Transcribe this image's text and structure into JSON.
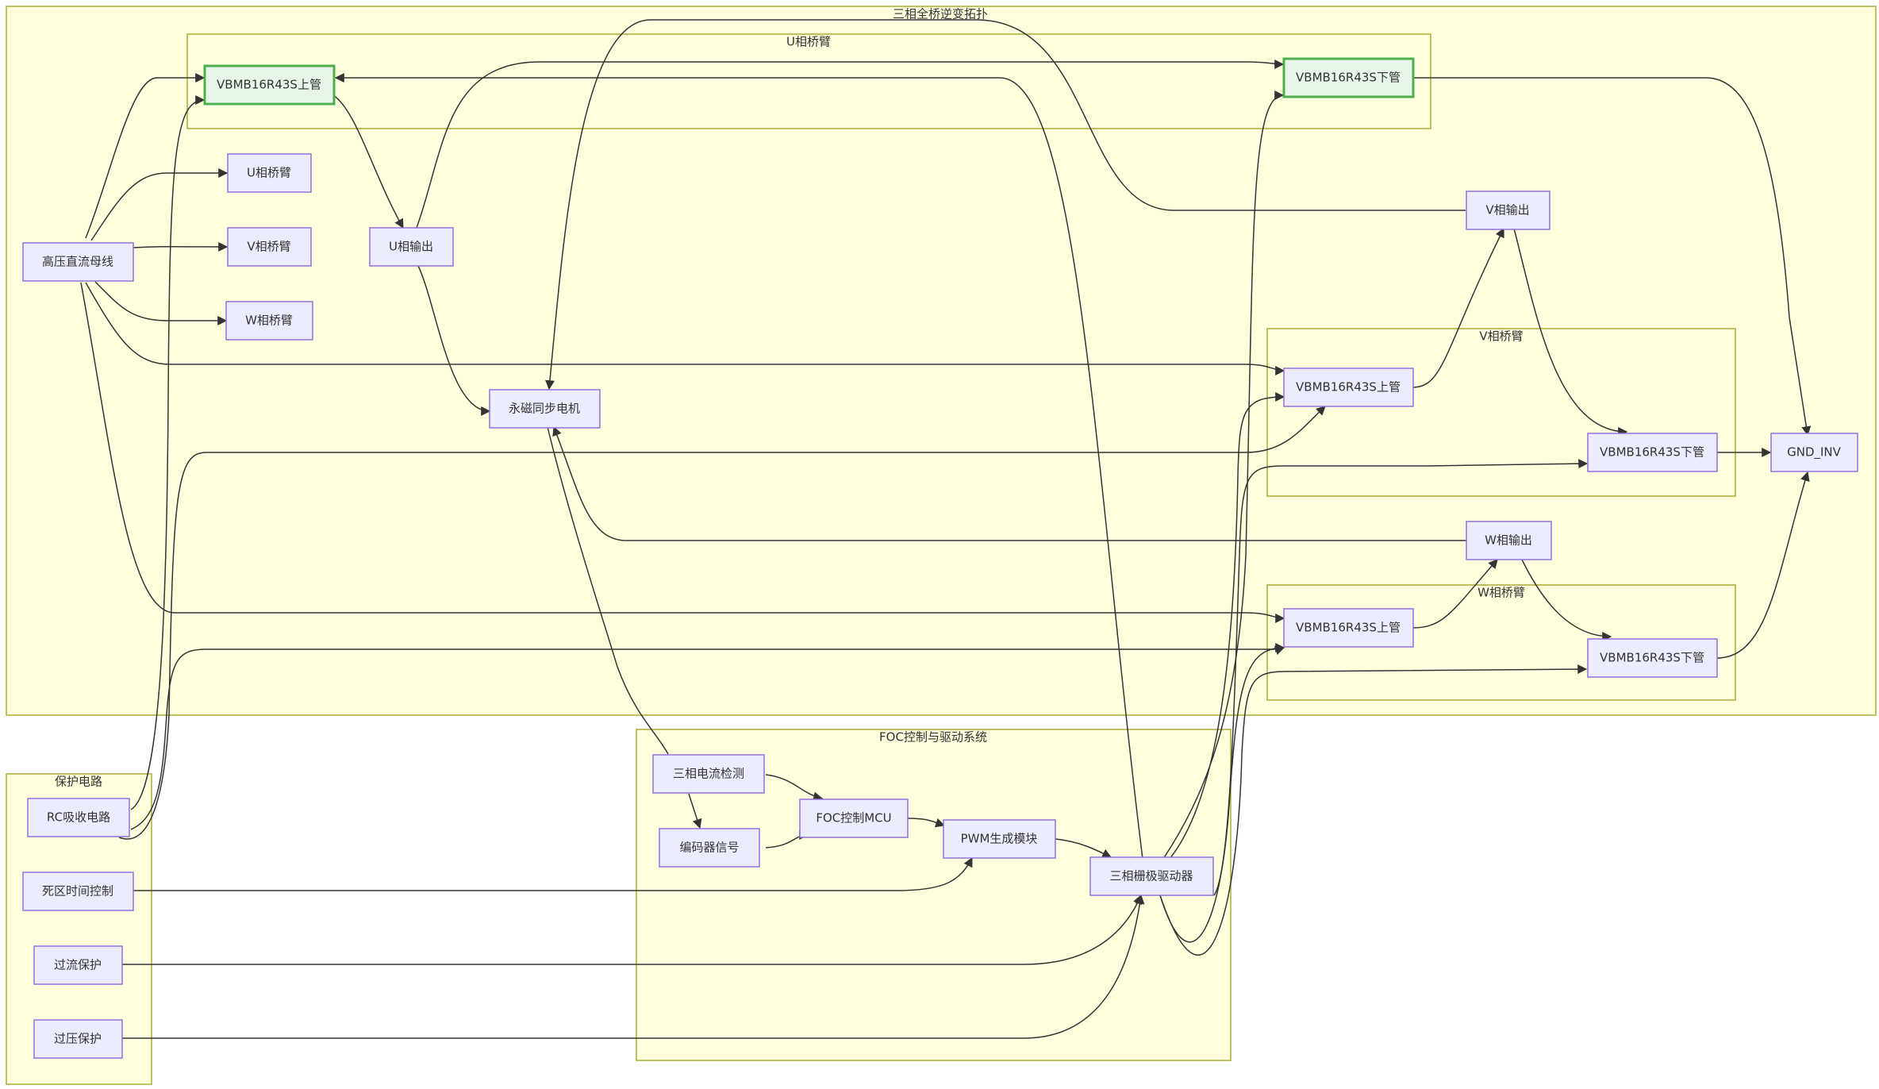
{
  "clusters": {
    "topology": {
      "label": "三相全桥逆变拓扑"
    },
    "u_arm": {
      "label": "U相桥臂"
    },
    "v_arm": {
      "label": "V相桥臂"
    },
    "w_arm": {
      "label": "W相桥臂"
    },
    "foc": {
      "label": "FOC控制与驱动系统"
    },
    "protection": {
      "label": "保护电路"
    }
  },
  "nodes": {
    "dc_bus": "高压直流母线",
    "u_arm_ref": "U相桥臂",
    "v_arm_ref": "V相桥臂",
    "w_arm_ref": "W相桥臂",
    "u_high": "VBMB16R43S上管",
    "u_low": "VBMB16R43S下管",
    "u_out": "U相输出",
    "motor": "永磁同步电机",
    "v_out": "V相输出",
    "v_high": "VBMB16R43S上管",
    "v_low": "VBMB16R43S下管",
    "gnd": "GND_INV",
    "w_out": "W相输出",
    "w_high": "VBMB16R43S上管",
    "w_low": "VBMB16R43S下管",
    "current_sense": "三相电流检测",
    "encoder": "编码器信号",
    "mcu": "FOC控制MCU",
    "pwm": "PWM生成模块",
    "gate_driver": "三相栅极驱动器",
    "rc_snubber": "RC吸收电路",
    "dead_time": "死区时间控制",
    "over_current": "过流保护",
    "over_voltage": "过压保护"
  },
  "colors": {
    "cluster_fill": "#ffffde",
    "cluster_stroke": "#aaaa33",
    "node_fill": "#ececff",
    "node_stroke": "#9370db",
    "mos_fill": "#e8f5e9",
    "mos_stroke": "#4caf50",
    "edge": "#333333"
  }
}
